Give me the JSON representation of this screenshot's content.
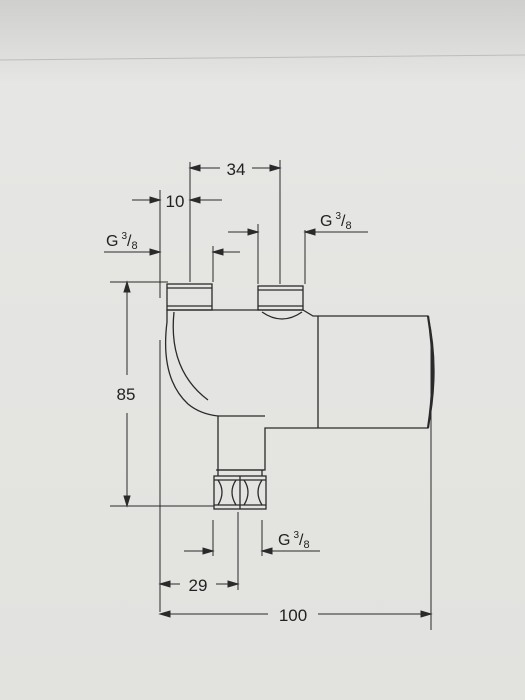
{
  "dimensions": {
    "top_spacing": "34",
    "left_offset": "10",
    "height": "85",
    "bottom_offset": "29",
    "overall_width": "100"
  },
  "threads": {
    "top_left": {
      "letter": "G",
      "numerator": "3",
      "slash": "/",
      "denominator": "8"
    },
    "top_right": {
      "letter": "G",
      "numerator": "3",
      "slash": "/",
      "denominator": "8"
    },
    "bottom": {
      "letter": "G",
      "numerator": "3",
      "slash": "/",
      "denominator": "8"
    }
  },
  "colors": {
    "background": "#d9d9d7",
    "line": "#2a2a2a",
    "text": "#222222"
  }
}
